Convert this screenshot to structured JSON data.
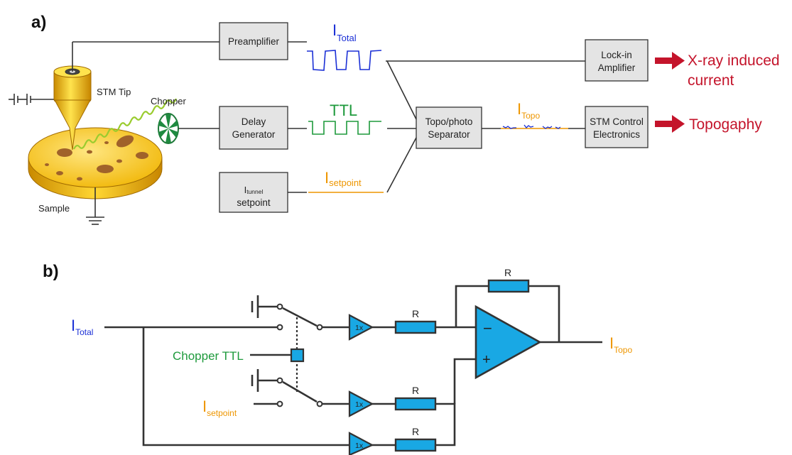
{
  "panel_a": {
    "label": "a)",
    "boxes": {
      "preamplifier": "Preamplifier",
      "delay_generator": [
        "Delay",
        "Generator"
      ],
      "setpoint_main": "I",
      "setpoint_sub": "tunnel",
      "setpoint_line2": "setpoint",
      "separator": [
        "Topo/photo",
        "Separator"
      ],
      "lockin": [
        "Lock-in",
        "Amplifier"
      ],
      "stm_control": [
        "STM Control",
        "Electronics"
      ]
    },
    "signals": {
      "itotal_main": "I",
      "itotal_sub": "Total",
      "ttl": "TTL",
      "isetpoint_main": "I",
      "isetpoint_sub": "setpoint",
      "itopo_main": "I",
      "itopo_sub": "Topo"
    },
    "labels": {
      "stm_tip": "STM Tip",
      "chopper": "Chopper",
      "sample": "Sample"
    },
    "outputs": {
      "xray_line1": "X-ray induced",
      "xray_line2": "current",
      "topography": "Topogaphy"
    }
  },
  "panel_b": {
    "label": "b)",
    "itotal_main": "I",
    "itotal_sub": "Total",
    "chopper_ttl": "Chopper TTL",
    "isetpoint_main": "I",
    "isetpoint_sub": "setpoint",
    "itopo_main": "I",
    "itopo_sub": "Topo",
    "resistor_label": "R",
    "buffer_label": "1x",
    "minus": "−",
    "plus": "+"
  },
  "colors": {
    "blue_signal": "#1a2fd6",
    "green_signal": "#1e9a3c",
    "orange_signal": "#ee9600",
    "output_red": "#c4142b",
    "component_blue": "#19a8e4",
    "box_gray": "#e4e4e4"
  }
}
